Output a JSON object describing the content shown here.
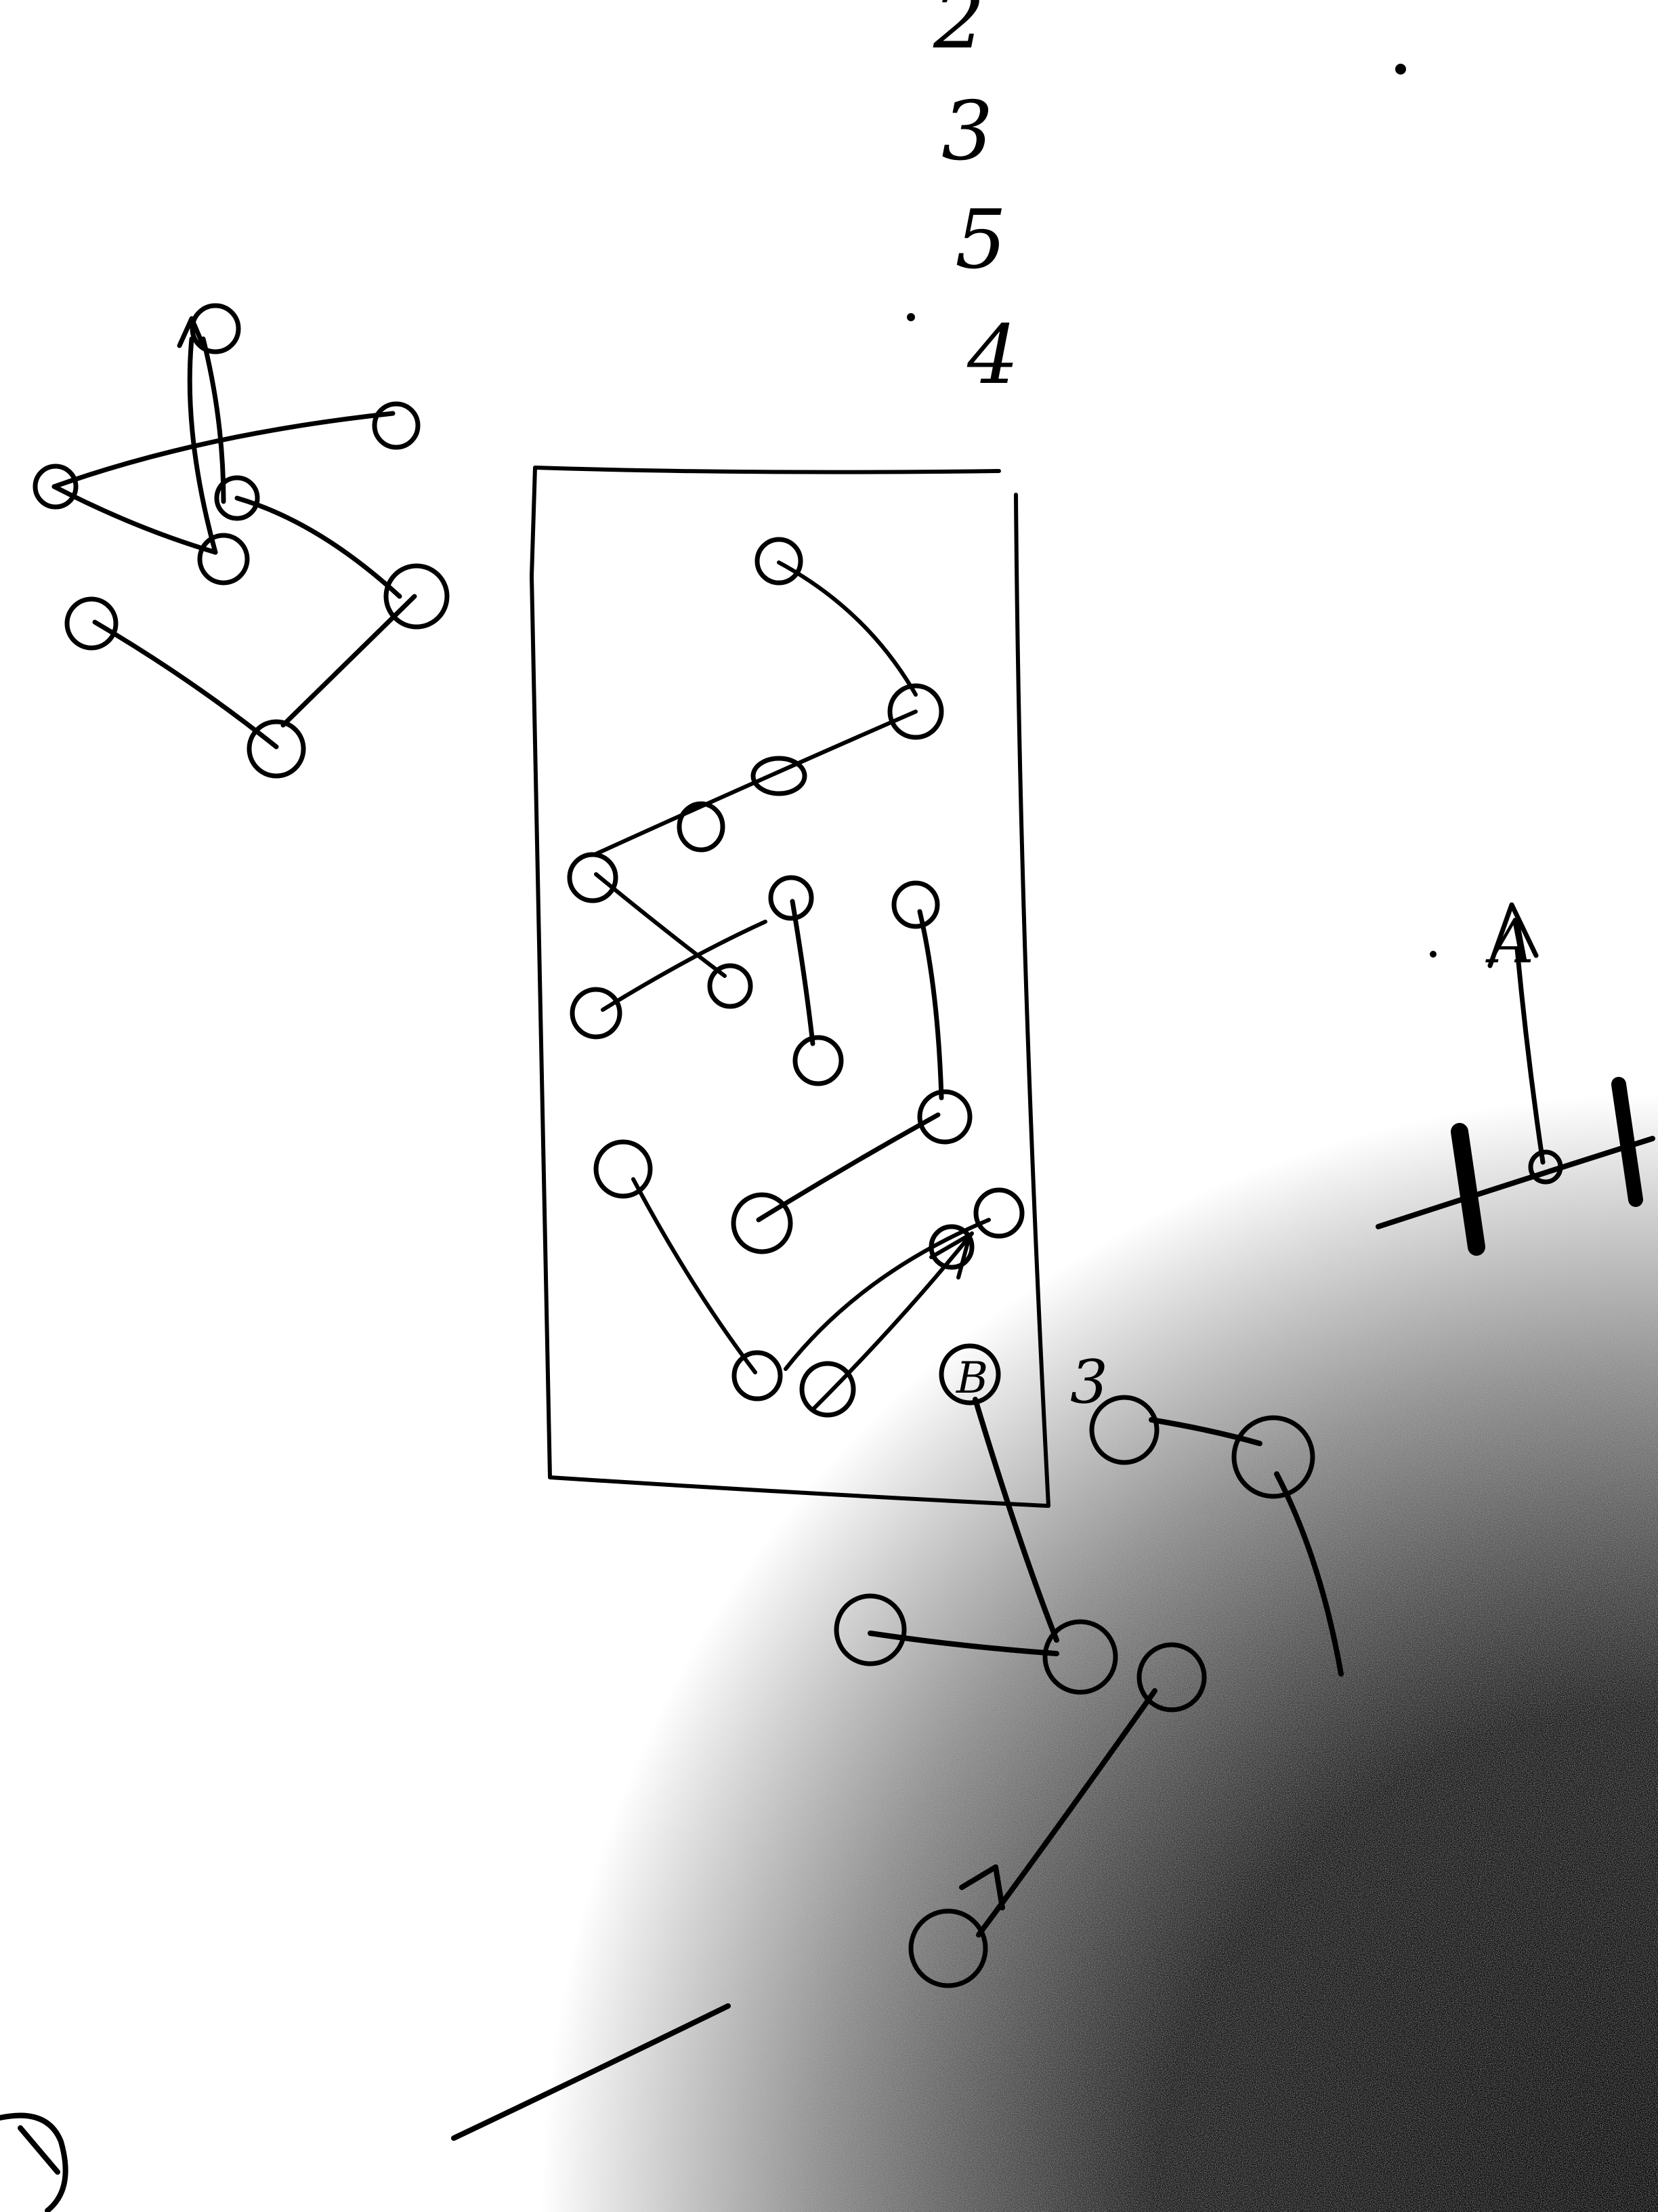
{
  "figure": {
    "ink_color": "#000000",
    "paper_color": "#ffffff",
    "shadow_color": "#000000"
  },
  "annotations": {
    "numbers": [
      "2",
      "3",
      "5",
      "4"
    ],
    "node_label_b": "B",
    "node_label_3": "3",
    "node_label_a": "A"
  }
}
